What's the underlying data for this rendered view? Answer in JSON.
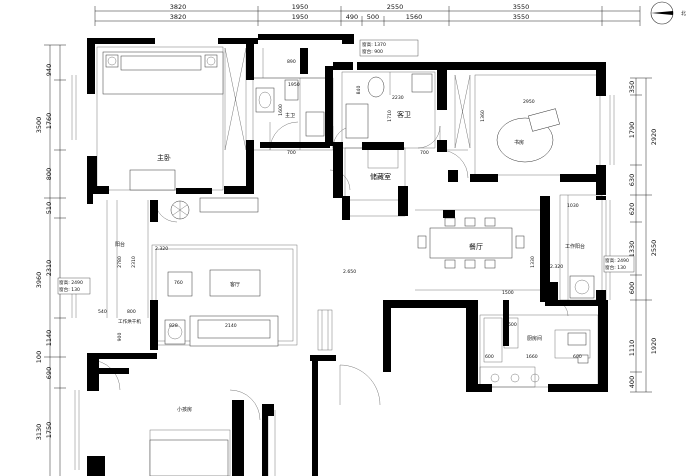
{
  "north_label": "北",
  "top_dims_outer": [
    "3820",
    "1950",
    "2550",
    "3550"
  ],
  "top_dims_inner": [
    "3820",
    "1950",
    "490",
    "500",
    "1560",
    "3550"
  ],
  "left_dims_outer": [
    "3500",
    "3960",
    "3130"
  ],
  "left_dims_inner": [
    "940",
    "1760",
    "800",
    "510",
    "2310",
    "1140",
    "690",
    "1750"
  ],
  "left_dims_stub": [
    "100"
  ],
  "right_dims_outer": [
    "2920",
    "2550",
    "1920"
  ],
  "right_dims_inner": [
    "350",
    "1790",
    "630",
    "620",
    "1330",
    "600",
    "1110",
    "400"
  ],
  "rooms": {
    "master_bedroom": "主卧",
    "master_bath": "主卫",
    "guest_bath": "客卫",
    "study": "书房",
    "storage": "储藏室",
    "balcony": "阳台",
    "living": "客厅",
    "dining": "餐厅",
    "work_balcony": "工作阳台",
    "kitchen": "厨房间",
    "kids_room": "小孩房",
    "washer": "工作烘干机"
  },
  "window_notes": {
    "top_window_width": "窗高: 1370",
    "top_window_sill": "窗台: 900",
    "left_window_width": "窗高: 2490",
    "left_window_sill": "窗台: 130",
    "right_window_width": "窗高: 2490",
    "right_window_sill": "窗台: 130"
  },
  "interior_dims": {
    "bath_890": "890",
    "bath_1950": "1950",
    "bath_1600": "1600",
    "bath_700a": "700",
    "guest_840": "840",
    "guest_2230": "2230",
    "guest_1710": "1710",
    "guest_700": "700",
    "study_2950": "2950",
    "study_1360": "1360",
    "living_2780": "2780",
    "living_2310": "2310",
    "level_2320a": "2.320",
    "level_2650": "2.650",
    "level_2320b": "2.320",
    "living_760": "760",
    "living_800": "800",
    "living_540": "540",
    "living_900": "900",
    "living_828": "828",
    "living_2140": "2140",
    "dining_1330": "1330",
    "dining_1500": "1500",
    "work_1030": "1030",
    "kitchen_1660": "1660",
    "kitchen_600a": "600",
    "kitchen_600b": "600",
    "kitchen_600c": "600"
  }
}
